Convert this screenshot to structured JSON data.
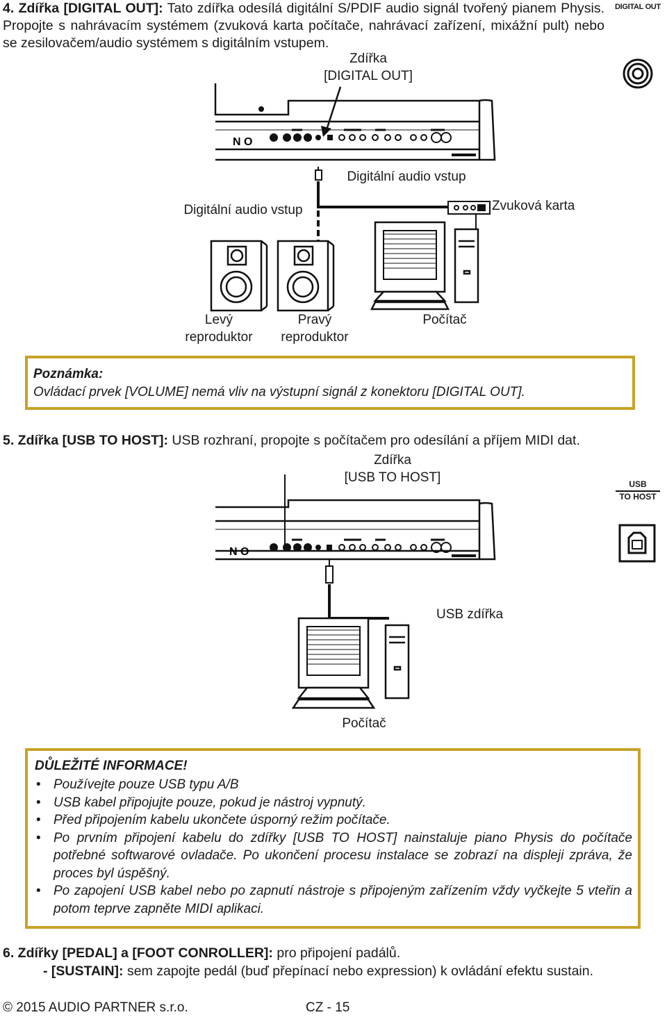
{
  "section4": {
    "title": "4. Zdířka [DIGITAL OUT]:",
    "text": "Tato zdířka odesílá digitální S/PDIF audio signál tvořený pianem Physis. Propojte s nahrávacím systémem (zvuková karta počítače, nahrávací zařízení, mixážní pult) nebo se zesilovačem/audio systémem s digitálním vstupem.",
    "icon_caption": "DIGITAL OUT",
    "jack_label_line1": "Zdířka",
    "jack_label_line2": "[DIGITAL OUT]",
    "input_label_top": "Digitální audio vstup",
    "input_label_left": "Digitální audio vstup",
    "soundcard_label": "Zvuková karta",
    "left_speaker_line1": "Levý",
    "left_speaker_line2": "reproduktor",
    "right_speaker_line1": "Pravý",
    "right_speaker_line2": "reproduktor",
    "computer_label": "Počítač",
    "panel_letters": "N O"
  },
  "note": {
    "title": "Poznámka:",
    "text": "Ovládací prvek [VOLUME] nemá vliv na výstupní signál z konektoru [DIGITAL OUT]."
  },
  "section5": {
    "title": "5. Zdířka [USB TO HOST]:",
    "text": "USB rozhraní, propojte s počítačem pro odesílání a příjem MIDI dat.",
    "jack_label_line1": "Zdířka",
    "jack_label_line2": "[USB TO HOST]",
    "icon_caption_line1": "USB",
    "icon_caption_line2": "TO HOST",
    "usb_label": "USB zdířka",
    "computer_label": "Počítač",
    "panel_letters": "N O"
  },
  "important": {
    "title": "DŮLEŽITÉ INFORMACE!",
    "items": [
      "Používejte pouze USB typu A/B",
      "USB kabel připojujte pouze, pokud je nástroj vypnutý.",
      "Před připojením kabelu ukončete úsporný režim počítače.",
      "Po prvním připojení kabelu do zdířky [USB TO HOST] nainstaluje piano Physis do počítače potřebné softwarové ovladače. Po ukončení procesu instalace se zobrazí na displeji zpráva, že proces byl úspěšný.",
      "Po zapojení USB kabel nebo po zapnutí nástroje s připojeným zařízením vždy vyčkejte 5 vteřin a potom teprve zapněte MIDI aplikaci."
    ]
  },
  "section6": {
    "title": "6. Zdířky [PEDAL] a [FOOT CONROLLER]:",
    "text": "pro připojení padálů.",
    "sub_label": "- [SUSTAIN]:",
    "sub_text": "sem zapojte pedál (buď přepínací nebo expression) k ovládání efektu sustain."
  },
  "footer": {
    "copyright": "© 2015 AUDIO PARTNER s.r.o.",
    "page": "CZ - 15"
  },
  "colors": {
    "box_border": "#c9a227"
  }
}
